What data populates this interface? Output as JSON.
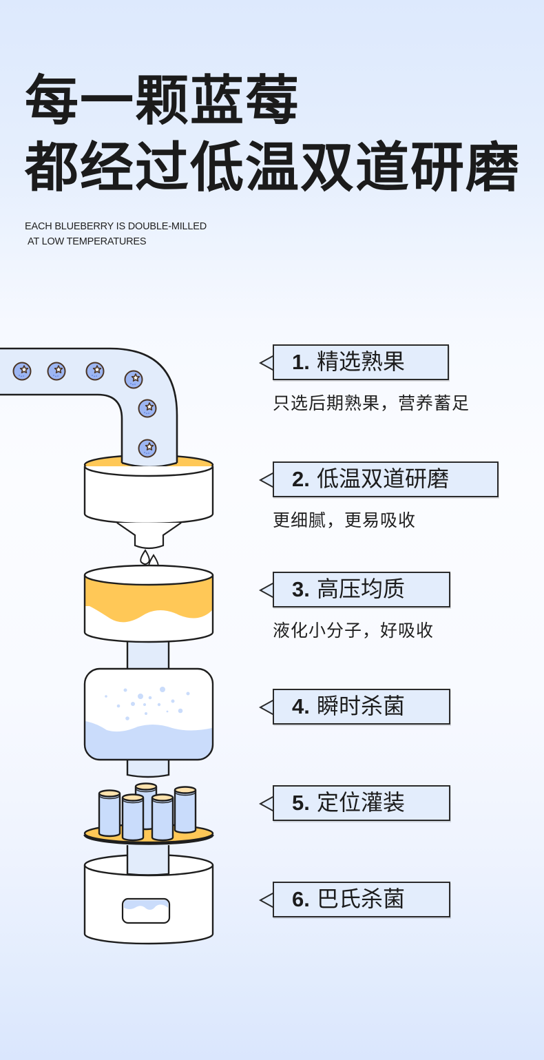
{
  "header": {
    "title_line1": "每一颗蓝莓",
    "title_line2": "都经过低温双道研磨",
    "subtitle_line1": "EACH BLUEBERRY IS DOUBLE-MILLED",
    "subtitle_line2": "AT LOW TEMPERATURES"
  },
  "steps": [
    {
      "num": "1.",
      "label": "精选熟果",
      "desc": "只选后期熟果，营养蓄足",
      "icon": "pipe-with-blueberries-icon"
    },
    {
      "num": "2.",
      "label": "低温双道研磨",
      "desc": "更细腻，更易吸收",
      "icon": "grinder-icon"
    },
    {
      "num": "3.",
      "label": "高压均质",
      "desc": "液化小分子，好吸收",
      "icon": "homogenizer-tank-icon"
    },
    {
      "num": "4.",
      "label": "瞬时杀菌",
      "desc": "",
      "icon": "sterilizer-tank-icon"
    },
    {
      "num": "5.",
      "label": "定位灌装",
      "desc": "",
      "icon": "bottle-filling-icon"
    },
    {
      "num": "6.",
      "label": "巴氏杀菌",
      "desc": "",
      "icon": "pasteurizer-icon"
    }
  ],
  "colors": {
    "bubble_fill": "#e3edfc",
    "outline": "#2a2a2a",
    "pipe_fill": "#e2ecfb",
    "blueberry": "#9db6f2",
    "juice_orange": "#ffc857",
    "liquid_blue": "#cadcfb"
  }
}
